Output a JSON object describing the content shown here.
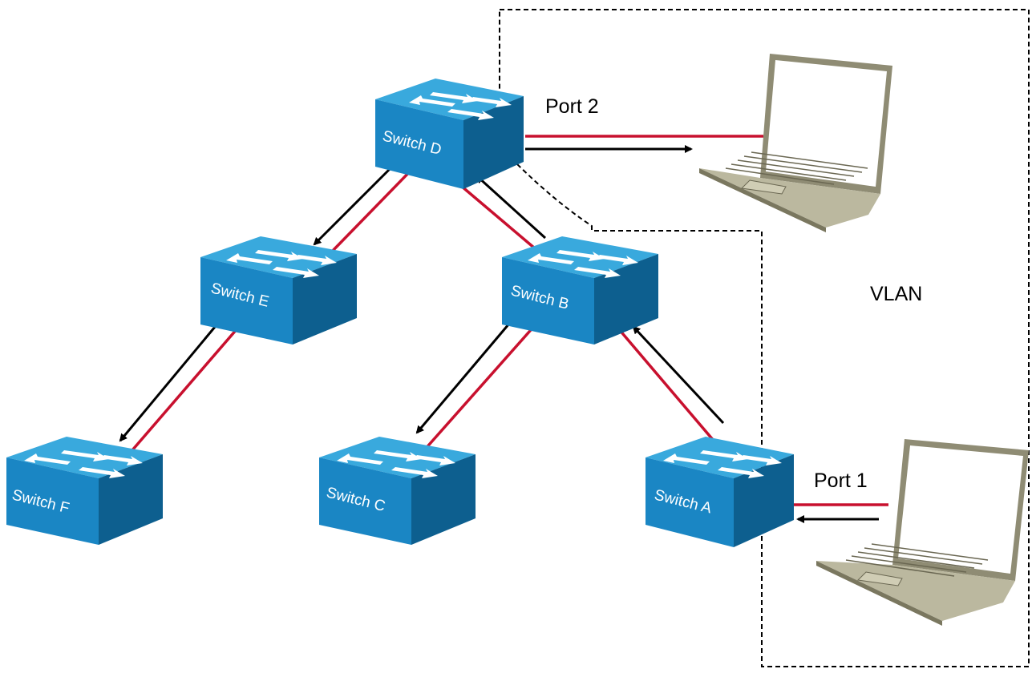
{
  "switches": [
    {
      "id": "D",
      "label": "Switch D"
    },
    {
      "id": "E",
      "label": "Switch E"
    },
    {
      "id": "B",
      "label": "Switch B"
    },
    {
      "id": "F",
      "label": "Switch F"
    },
    {
      "id": "C",
      "label": "Switch C"
    },
    {
      "id": "A",
      "label": "Switch A"
    }
  ],
  "labels": {
    "port2": "Port 2",
    "port1": "Port 1",
    "vlan": "VLAN"
  },
  "colors": {
    "switch_top": "#39a9dd",
    "switch_front": "#1a86c4",
    "switch_side": "#0d5f8f",
    "link": "#c8102e",
    "arrow": "#000000",
    "laptop_body": "#bbb89f",
    "laptop_dark": "#8f8c74",
    "vlan_border": "#000000"
  }
}
